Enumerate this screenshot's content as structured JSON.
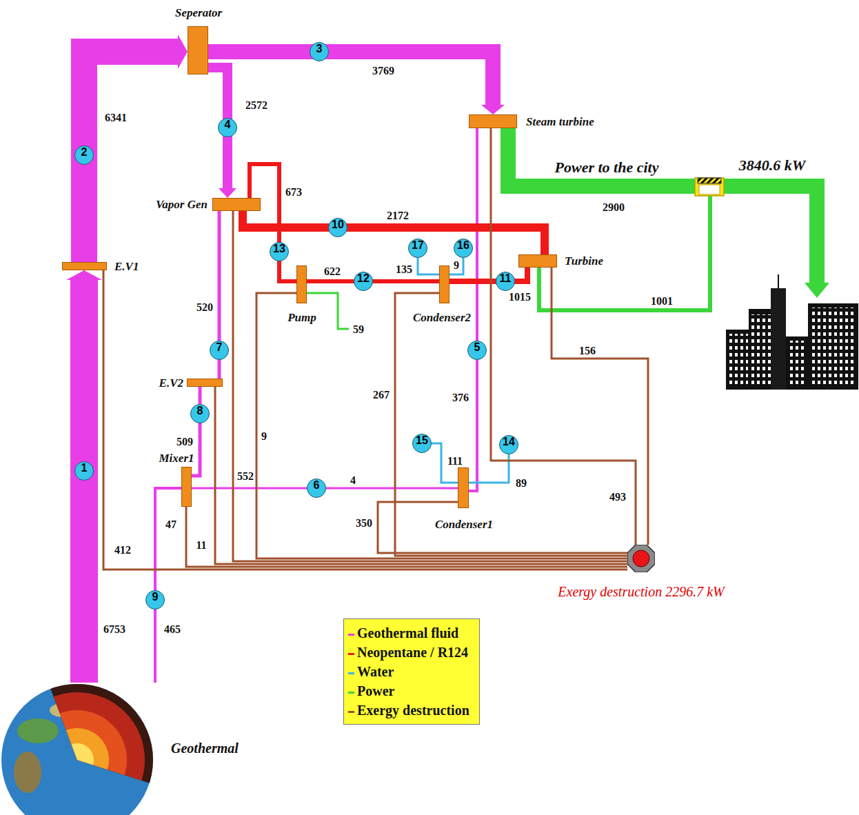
{
  "diagram": {
    "nodes": [
      {
        "text": [
          "Seperator"
        ]
      },
      {
        "text": [
          "Steam turbine"
        ]
      },
      {
        "text": [
          "E.V1"
        ]
      },
      {
        "text": [
          "Vapor Gen"
        ]
      },
      {
        "text": [
          "Turbine"
        ]
      },
      {
        "text": [
          "Pump"
        ]
      },
      {
        "text": [
          "Condenser2"
        ]
      },
      {
        "text": [
          "E.V2"
        ]
      },
      {
        "text": [
          "Mixer1"
        ]
      },
      {
        "text": [
          "Condenser1"
        ]
      },
      {
        "text": [
          "Geothermal"
        ]
      },
      {
        "text": [
          "Exergy destruction 2296.7 kW"
        ]
      },
      {
        "text": [
          "1"
        ]
      },
      {
        "text": [
          "2"
        ]
      },
      {
        "text": [
          "3"
        ]
      },
      {
        "text": [
          "4"
        ]
      },
      {
        "text": [
          "5"
        ]
      },
      {
        "text": [
          "6"
        ]
      },
      {
        "text": [
          "7"
        ]
      },
      {
        "text": [
          "8"
        ]
      },
      {
        "text": [
          "9"
        ]
      },
      {
        "text": [
          "10"
        ]
      },
      {
        "text": [
          "11"
        ]
      },
      {
        "text": [
          "12"
        ]
      },
      {
        "text": [
          "13"
        ]
      },
      {
        "text": [
          "14"
        ]
      },
      {
        "text": [
          "15"
        ]
      },
      {
        "text": [
          "16"
        ]
      },
      {
        "text": [
          "17"
        ]
      }
    ],
    "edges": [
      {
        "from": 10,
        "to": 2,
        "label": "6753",
        "arrow": "to"
      },
      {
        "from": 2,
        "to": 0,
        "label": "6341",
        "arrow": "to"
      },
      {
        "from": 0,
        "to": 1,
        "label": "3769",
        "arrow": "to"
      },
      {
        "from": 0,
        "to": 3,
        "label": "2572",
        "arrow": "to"
      },
      {
        "from": 1,
        "to": 9,
        "label": "376",
        "arrow": "none"
      },
      {
        "from": 3,
        "to": 7,
        "label": "520",
        "arrow": "none"
      },
      {
        "from": 7,
        "to": 8,
        "label": "509",
        "arrow": "none"
      },
      {
        "from": 9,
        "to": 8,
        "label": "4",
        "arrow": "none"
      },
      {
        "from": 8,
        "to": 10,
        "label": "465",
        "arrow": "none"
      },
      {
        "from": 3,
        "to": 4,
        "label": "2172",
        "arrow": "none"
      },
      {
        "from": 4,
        "to": 6,
        "label": "1015",
        "arrow": "none"
      },
      {
        "from": 6,
        "to": 5,
        "label": "622",
        "arrow": "none"
      },
      {
        "from": 5,
        "to": 3,
        "label": "673",
        "arrow": "none"
      },
      {
        "from": 27,
        "to": 6,
        "label": "9",
        "arrow": "none"
      },
      {
        "from": 6,
        "to": 28,
        "label": "135",
        "arrow": "none"
      },
      {
        "from": 25,
        "to": 9,
        "label": "89",
        "arrow": "none"
      },
      {
        "from": 9,
        "to": 26,
        "label": "111",
        "arrow": "none"
      },
      {
        "from": 2,
        "to": 11,
        "label": "412",
        "arrow": "none"
      },
      {
        "from": 1,
        "to": 11,
        "label": "493",
        "arrow": "none"
      },
      {
        "from": 4,
        "to": 11,
        "label": "156",
        "arrow": "none"
      },
      {
        "from": 3,
        "to": 11,
        "label": "552",
        "arrow": "none"
      },
      {
        "from": 5,
        "to": 11,
        "label": "9",
        "arrow": "none"
      },
      {
        "from": 6,
        "to": 11,
        "label": "267",
        "arrow": "none"
      },
      {
        "from": 7,
        "to": 11,
        "label": "11",
        "arrow": "none"
      },
      {
        "from": 8,
        "to": 11,
        "label": "47",
        "arrow": "none"
      },
      {
        "from": 9,
        "to": 11,
        "label": "350",
        "arrow": "none"
      }
    ],
    "labels": [
      "Power to the city",
      "2900",
      "3840.6 kW",
      "1001",
      "59"
    ],
    "legend": [
      {
        "text": "Geothermal fluid",
        "color": "#e83ee8"
      },
      {
        "text": "Neopentane / R124",
        "color": "#f01818"
      },
      {
        "text": "Water",
        "color": "#3cb4e6"
      },
      {
        "text": "Power",
        "color": "#3ad63a"
      },
      {
        "text": "Exergy destruction",
        "color": "#a0522d"
      }
    ]
  }
}
